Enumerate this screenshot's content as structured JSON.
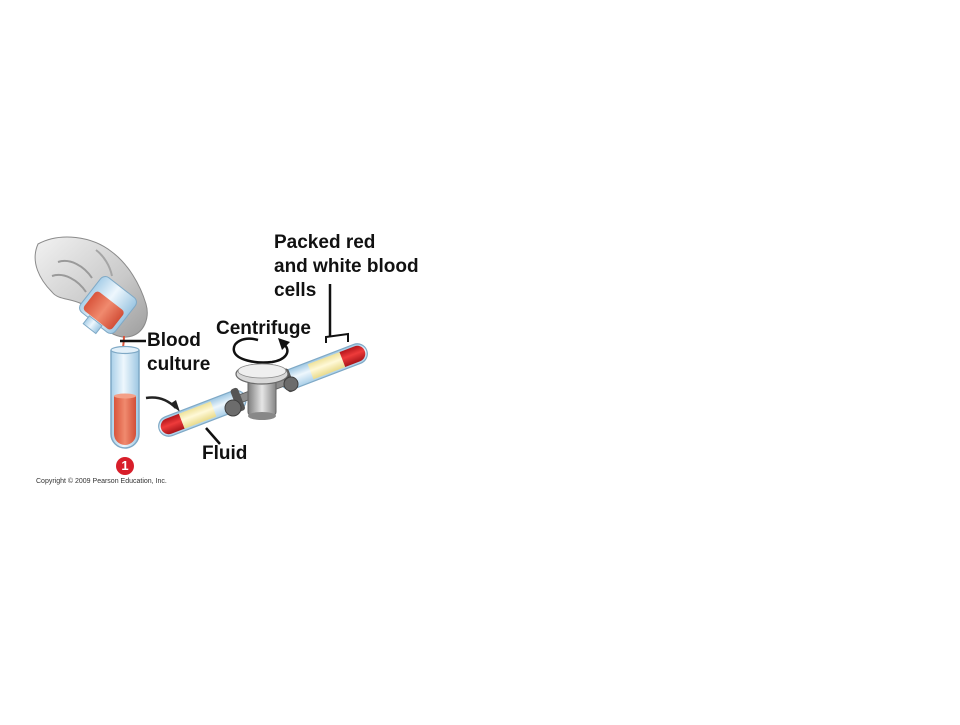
{
  "labels": {
    "packed_cells": [
      "Packed red",
      "and white blood",
      "cells"
    ],
    "centrifuge": "Centrifuge",
    "blood_culture": [
      "Blood",
      "culture"
    ],
    "fluid": "Fluid"
  },
  "step_number": "1",
  "copyright": "Copyright © 2009 Pearson Education, Inc.",
  "colors": {
    "blood": "#e46a52",
    "packed_cells": "#d21f25",
    "fluid": "#f8f0b0",
    "tube_glass": "#cfe6f5",
    "step_badge": "#d81e2a"
  }
}
